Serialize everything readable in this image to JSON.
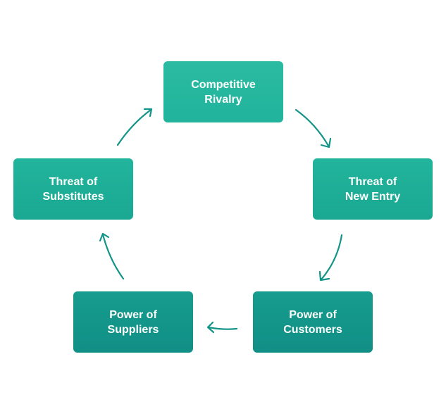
{
  "diagram": {
    "title": "Porter's Five Forces cycle",
    "accent_light": "#26b8a0",
    "accent_dark": "#14968a",
    "arrow_color": "#129488",
    "nodes": [
      {
        "id": "rivalry",
        "line1": "Competitive",
        "line2": "Rivalry"
      },
      {
        "id": "entry",
        "line1": "Threat of",
        "line2": "New Entry"
      },
      {
        "id": "customers",
        "line1": "Power of",
        "line2": "Customers"
      },
      {
        "id": "suppliers",
        "line1": "Power of",
        "line2": "Suppliers"
      },
      {
        "id": "substitutes",
        "line1": "Threat of",
        "line2": "Substitutes"
      }
    ],
    "edges": [
      {
        "from": "rivalry",
        "to": "entry"
      },
      {
        "from": "entry",
        "to": "customers"
      },
      {
        "from": "customers",
        "to": "suppliers"
      },
      {
        "from": "suppliers",
        "to": "substitutes"
      },
      {
        "from": "substitutes",
        "to": "rivalry"
      }
    ]
  }
}
